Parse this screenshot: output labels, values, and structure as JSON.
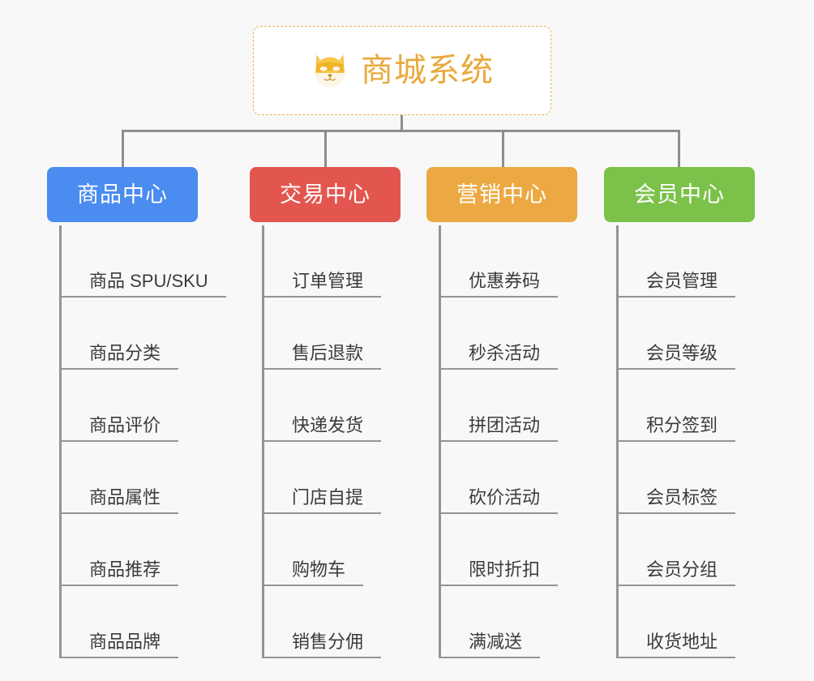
{
  "canvas": {
    "background": "#f8f8f8",
    "connector_color": "#8e8e8e"
  },
  "root": {
    "title": "商城系统",
    "icon": "shiba-dog-face-icon",
    "text_color": "#e8a93c",
    "border_color": "#e9b45f",
    "background": "#ffffff"
  },
  "branches": [
    {
      "label": "商品中心",
      "color": "#4a8cf0",
      "items": [
        "商品 SPU/SKU",
        "商品分类",
        "商品评价",
        "商品属性",
        "商品推荐",
        "商品品牌"
      ]
    },
    {
      "label": "交易中心",
      "color": "#e3564f",
      "items": [
        "订单管理",
        "售后退款",
        "快递发货",
        "门店自提",
        "购物车",
        "销售分佣"
      ]
    },
    {
      "label": "营销中心",
      "color": "#eca943",
      "items": [
        "优惠券码",
        "秒杀活动",
        "拼团活动",
        "砍价活动",
        "限时折扣",
        "满减送"
      ]
    },
    {
      "label": "会员中心",
      "color": "#7cc24a",
      "items": [
        "会员管理",
        "会员等级",
        "积分签到",
        "会员标签",
        "会员分组",
        "收货地址"
      ]
    }
  ]
}
